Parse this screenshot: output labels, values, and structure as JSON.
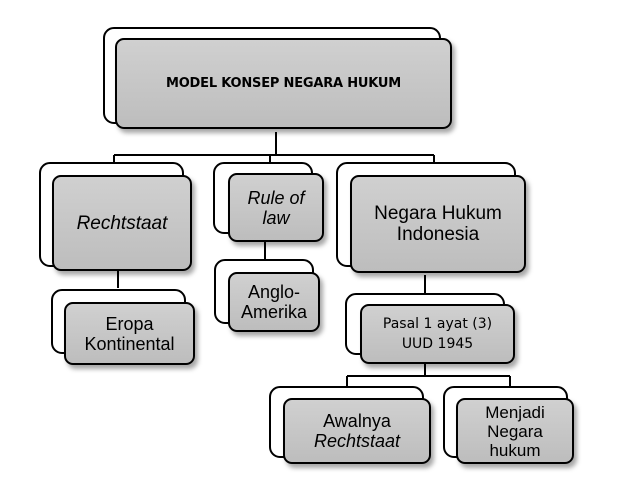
{
  "title": "MODEL KONSEP NEGARA HUKUM",
  "nodes": {
    "rechtstaat": "Rechtstaat",
    "rule_of_law": {
      "line1": "Rule of",
      "line2": "law"
    },
    "negara_hukum_indonesia": {
      "line1": "Negara Hukum",
      "line2": "Indonesia"
    },
    "eropa_kontinental": {
      "line1": "Eropa",
      "line2": "Kontinental"
    },
    "anglo_amerika": {
      "line1": "Anglo-",
      "line2": "Amerika"
    },
    "pasal": {
      "line1": "Pasal 1 ayat (3)",
      "line2": "UUD 1945"
    },
    "awalnya": {
      "line1": "Awalnya",
      "line2": "Rechtstaat"
    },
    "menjadi": {
      "line1": "Menjadi",
      "line2": "Negara",
      "line3": "hukum"
    }
  }
}
